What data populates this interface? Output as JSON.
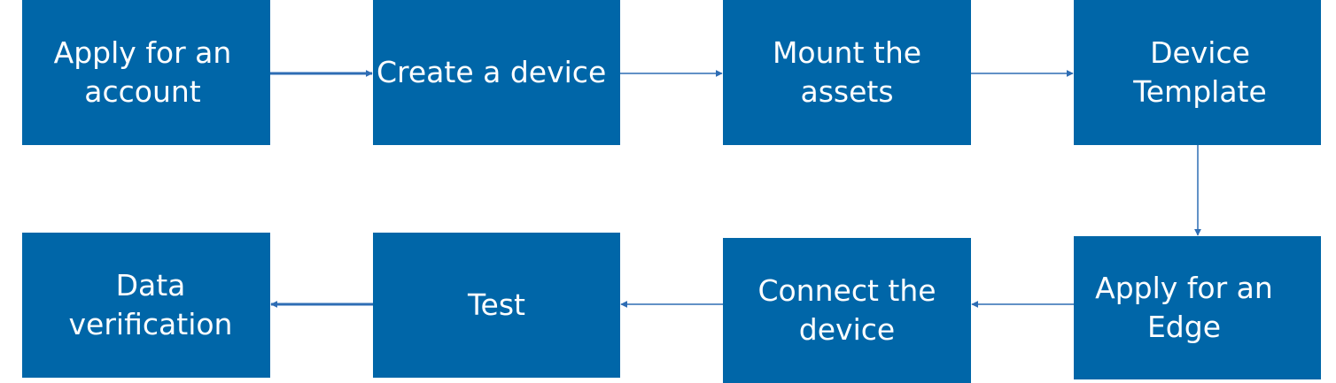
{
  "colors": {
    "box_fill": "#0066a8",
    "box_text": "#ffffff",
    "arrow": "#2e6db4",
    "background": "#ffffff"
  },
  "flow": {
    "steps": [
      {
        "label": "Apply for an\naccount"
      },
      {
        "label": "Create a device"
      },
      {
        "label": "Mount the\nassets"
      },
      {
        "label": "Device Template"
      },
      {
        "label": "Apply for an\nEdge"
      },
      {
        "label": "Connect the\ndevice"
      },
      {
        "label": "Test"
      },
      {
        "label": "Data verification"
      }
    ]
  }
}
